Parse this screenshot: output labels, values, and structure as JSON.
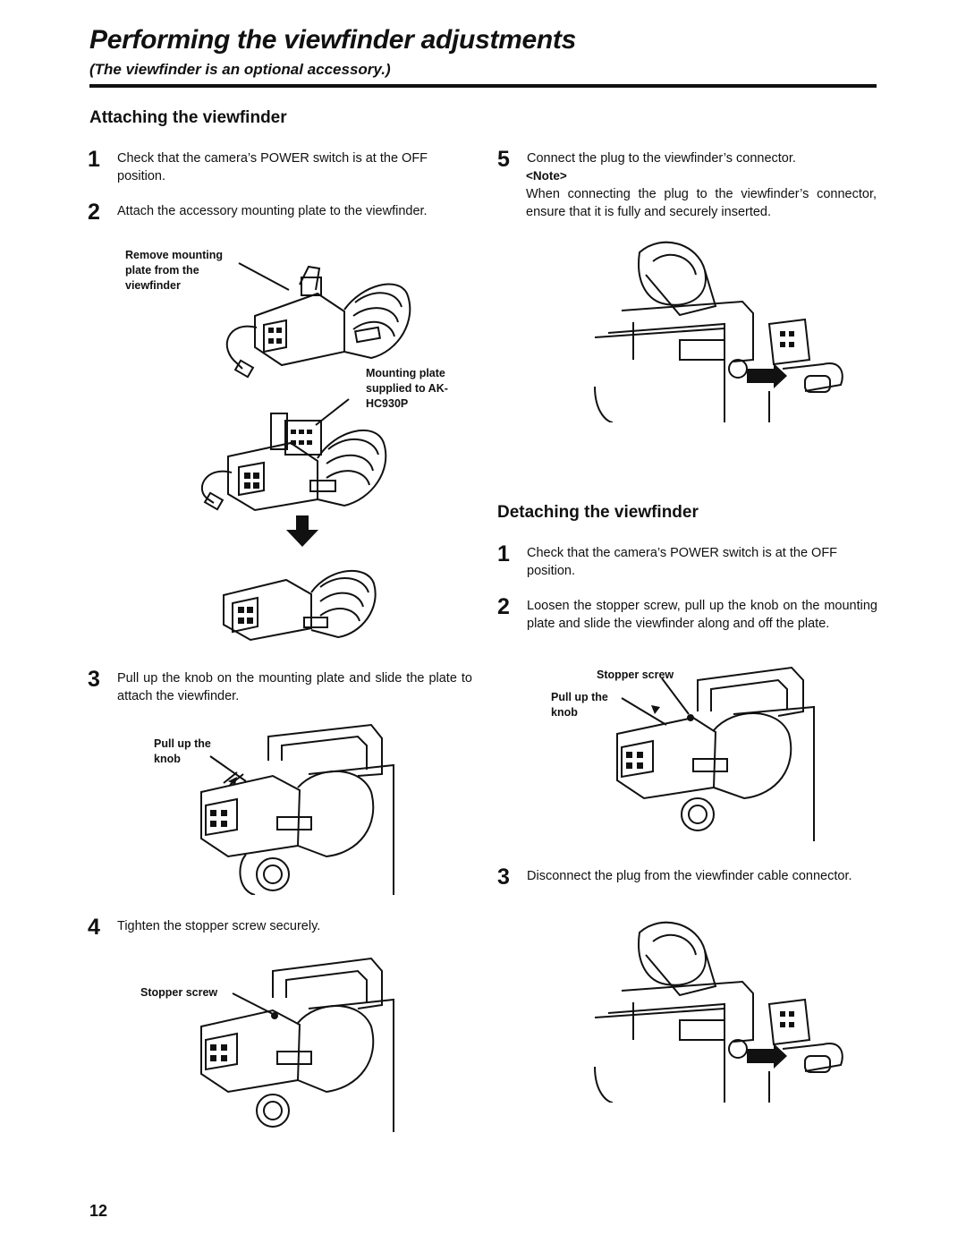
{
  "page": {
    "title": "Performing the viewfinder adjustments",
    "subtitle": "(The viewfinder is an optional accessory.)",
    "number": "12"
  },
  "attaching": {
    "heading": "Attaching the viewfinder",
    "steps": [
      {
        "num": "1",
        "text": "Check that the camera’s POWER switch is at the OFF position."
      },
      {
        "num": "2",
        "text": "Attach the accessory mounting plate to the viewfinder."
      },
      {
        "num": "3",
        "text": "Pull up the knob on the mounting plate and slide the plate to attach the viewfinder."
      },
      {
        "num": "4",
        "text": "Tighten the stopper screw securely."
      },
      {
        "num": "5",
        "text": "Connect the plug to the viewfinder’s connector."
      }
    ],
    "note_label": "<Note>",
    "note_text": "When connecting the plug to the viewfinder’s connector, ensure that it is fully and securely inserted.",
    "callouts": {
      "remove_plate": "Remove mounting plate from the viewfinder",
      "mounting_plate": "Mounting plate supplied to AK-HC930P",
      "pull_knob": "Pull up the knob",
      "stopper_screw": "Stopper screw"
    }
  },
  "detaching": {
    "heading": "Detaching the viewfinder",
    "steps": [
      {
        "num": "1",
        "text": "Check that the camera’s POWER switch is at the OFF position."
      },
      {
        "num": "2",
        "text": "Loosen the stopper screw, pull up the knob on the mounting plate and slide the viewfinder along and off the plate."
      },
      {
        "num": "3",
        "text": "Disconnect the plug from the viewfinder cable connector."
      }
    ],
    "callouts": {
      "stopper_screw": "Stopper screw",
      "pull_knob": "Pull up the knob"
    }
  }
}
